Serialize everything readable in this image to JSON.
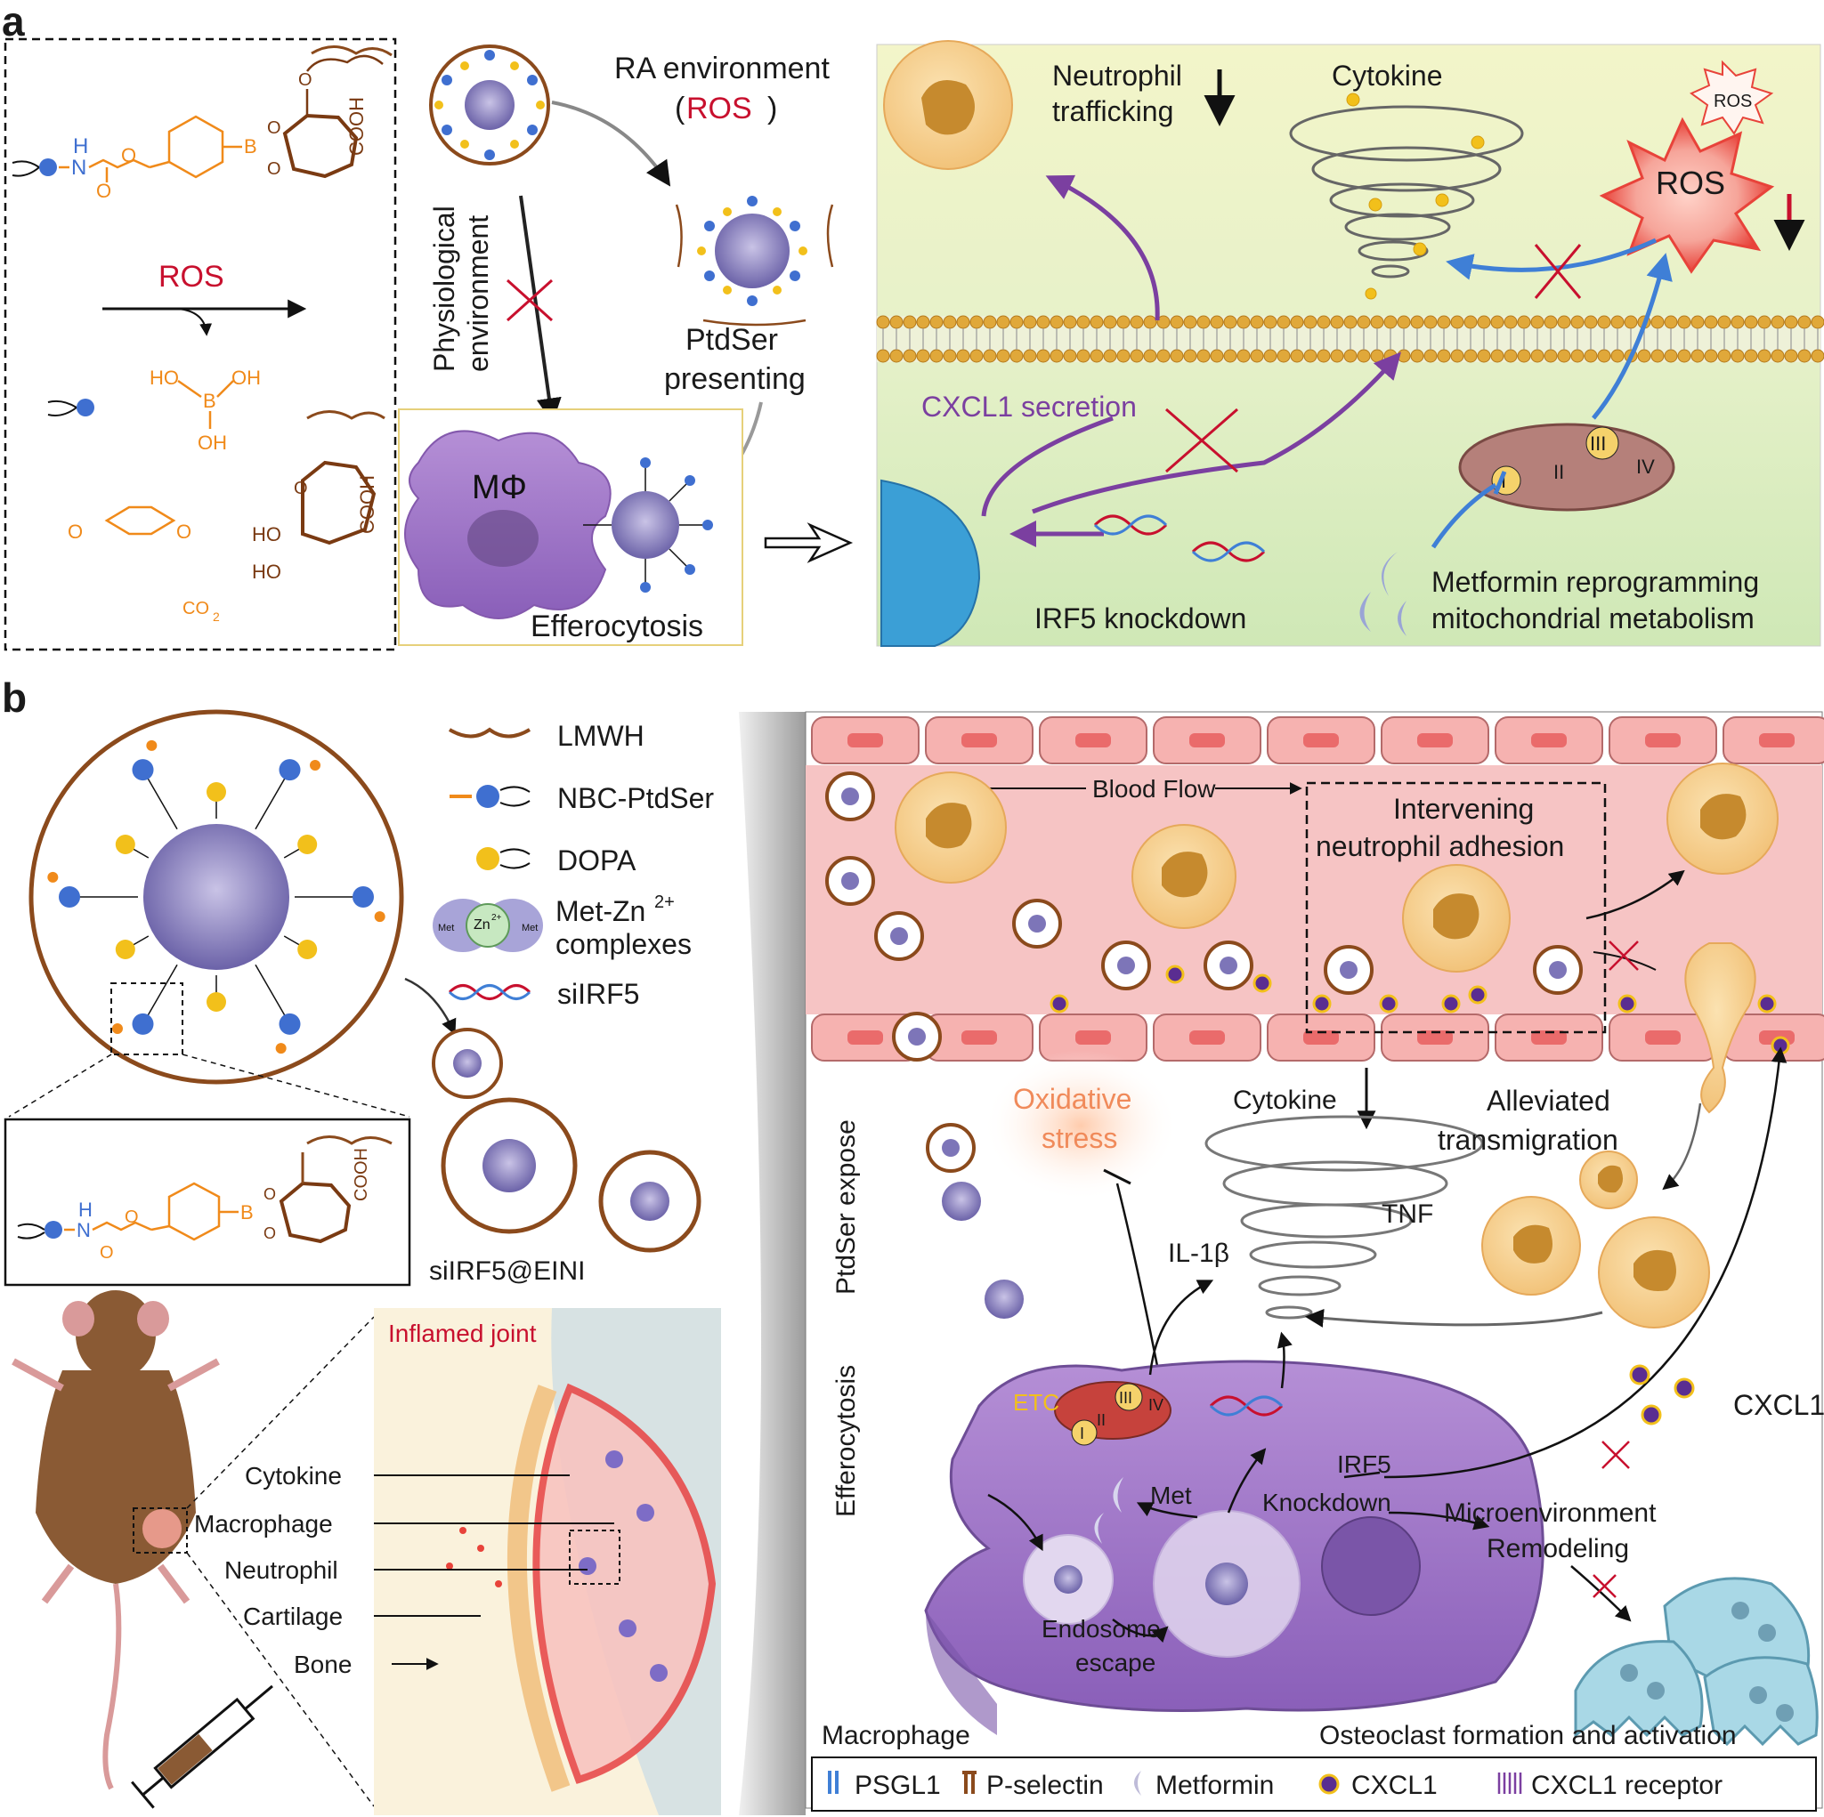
{
  "panel_a": {
    "letter": "a",
    "scheme": {
      "nh": "H",
      "n": "N",
      "o1": "O",
      "o2": "O",
      "b": "B",
      "o3": "O",
      "o4": "O",
      "cooh": "COOH",
      "ros": "ROS",
      "boronic_ho1": "HO",
      "boronic_b": "B",
      "boronic_oh1": "OH",
      "boronic_oh2": "OH",
      "quinone_o1": "O",
      "quinone_o2": "O",
      "co2": "CO",
      "co2_sub": "2",
      "prod_ho1": "HO",
      "prod_ho2": "HO",
      "prod_o": "O",
      "prod_cooh": "COOH"
    },
    "middle": {
      "ra_env_line1": "RA environment",
      "ra_env_open": "(",
      "ra_env_ros": "ROS",
      "ra_env_close": ")",
      "phys_line1": "Physiological",
      "phys_line2": "environment",
      "ptdser_line1": "PtdSer",
      "ptdser_line2": "presenting",
      "macrophage": "MΦ",
      "efferocytosis": "Efferocytosis"
    },
    "right": {
      "neutrophil_line1": "Neutrophil",
      "neutrophil_line2": "trafficking",
      "cytokine": "Cytokine",
      "ros_small": "ROS",
      "ros_big": "ROS",
      "cxcl1_secretion": "CXCL1 secretion",
      "complex_1": "I",
      "complex_2": "II",
      "complex_3": "III",
      "complex_4": "IV",
      "irf5": "IRF5 knockdown",
      "metformin_line1": "Metformin reprogramming",
      "metformin_line2": "mitochondrial metabolism"
    }
  },
  "panel_b": {
    "letter": "b",
    "legend_top": {
      "lmwh": "LMWH",
      "nbc": "NBC-PtdSer",
      "dopa": "DOPA",
      "met_zn_line1": "Met-Zn",
      "met_zn_sup": "2+",
      "met_zn_line2": "complexes",
      "zn_center": "Zn",
      "zn_sup": "2+",
      "met_left": "Met",
      "met_right": "Met",
      "siirf5": "siIRF5"
    },
    "inset": {
      "nh": "H",
      "n": "N",
      "o1": "O",
      "o2": "O",
      "b": "B",
      "o3": "O",
      "o4": "O",
      "cooh": "COOH"
    },
    "product": "siIRF5@EINI",
    "joint": {
      "inflamed": "Inflamed joint",
      "cytokine": "Cytokine",
      "macrophage": "Macrophage",
      "neutrophil": "Neutrophil",
      "cartilage": "Cartilage",
      "bone": "Bone"
    },
    "vessel": {
      "blood_flow": "Blood Flow",
      "intervening_line1": "Intervening",
      "intervening_line2": "neutrophil adhesion",
      "oxidative_line1": "Oxidative",
      "oxidative_line2": "stress",
      "cytokine": "Cytokine",
      "alleviated_line1": "Alleviated",
      "alleviated_line2": "transmigration",
      "tnf": "TNF",
      "il1b": "IL-1β",
      "ptdser_expose": "PtdSer expose",
      "efferocytosis": "Efferocytosis",
      "etc": "ETC",
      "complex_1": "I",
      "complex_2": "II",
      "complex_3": "III",
      "complex_4": "IV",
      "met": "Met",
      "irf5_line1": "IRF5",
      "irf5_line2": "Knockdown",
      "cxcl1": "CXCL1",
      "micro_line1": "Microenvironment",
      "micro_line2": "Remodeling",
      "endosome_line1": "Endosome",
      "endosome_line2": "escape",
      "macrophage": "Macrophage",
      "osteoclast": "Osteoclast formation and activation"
    },
    "legend_bottom": [
      "PSGL1",
      "P-selectin",
      "Metformin",
      "CXCL1",
      "CXCL1 receptor"
    ]
  },
  "colors": {
    "chem_orange": "#f08a1a",
    "lmwh_brown": "#8b4a1c",
    "ros_red": "#c8102e",
    "purple_arrow": "#7b3fa0",
    "blue_arrow": "#3f7fd6",
    "vessel_pink": "#f4a7aa",
    "macrophage_purple": "#9b73c8",
    "membrane_gold": "#e0a83a",
    "neutrophil_yellow": "#f5c97a",
    "osteoclast_blue": "#a9d8e6"
  }
}
